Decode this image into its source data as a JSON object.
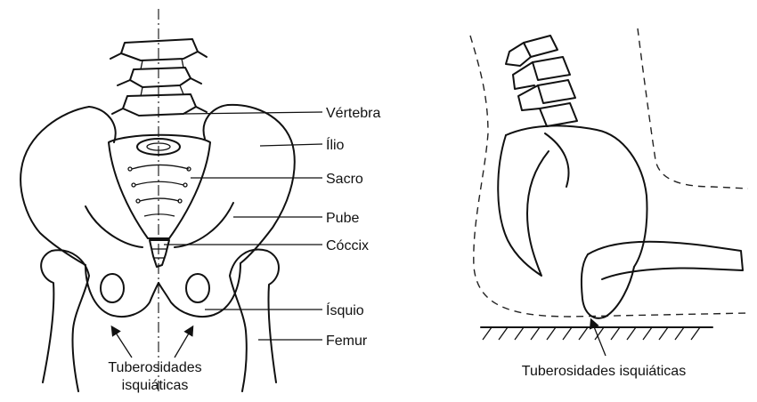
{
  "figure": {
    "front_view": {
      "labels": {
        "vertebra": "Vértebra",
        "ilio": "Ílio",
        "sacro": "Sacro",
        "pube": "Pube",
        "coccix": "Cóccix",
        "isquio": "Ísquio",
        "femur": "Femur"
      },
      "caption_line1": "Tuberosidades",
      "caption_line2": "isquiáticas"
    },
    "side_view": {
      "caption": "Tuberosidades isquiáticas"
    }
  }
}
